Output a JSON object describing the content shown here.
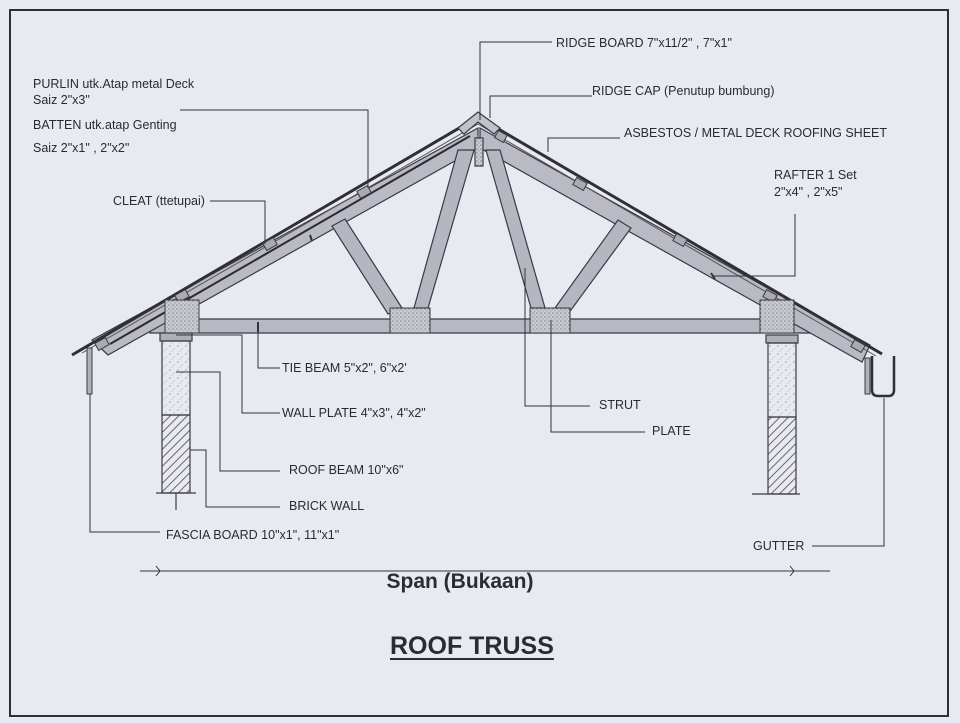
{
  "title": "ROOF TRUSS",
  "span_label": "Span (Bukaan)",
  "labels": {
    "ridge_board": "RIDGE BOARD 7\"x11/2\" , 7\"x1\"",
    "ridge_cap": "RIDGE  CAP (Penutup bumbung)",
    "roofing_sheet": "ASBESTOS / METAL DECK ROOFING SHEET",
    "purlin_1": "PURLIN utk.Atap metal Deck",
    "purlin_2": "Saiz 2\"x3\"",
    "batten_1": "BATTEN utk.atap Genting",
    "batten_2": "Saiz 2\"x1\" , 2\"x2\"",
    "rafter_1": "RAFTER 1 Set",
    "rafter_2": "2\"x4\" , 2\"x5\"",
    "cleat": "CLEAT (ttetupai)",
    "tie_beam": "TIE BEAM 5\"x2\", 6\"x2'",
    "wall_plate": "WALL PLATE 4\"x3\", 4\"x2\"",
    "roof_beam": "ROOF BEAM 10\"x6\"",
    "brick_wall": "BRICK WALL",
    "fascia_board": "FASCIA BOARD 10\"x1\", 11\"x1\"",
    "strut": "STRUT",
    "plate": "PLATE",
    "gutter": "GUTTER"
  }
}
